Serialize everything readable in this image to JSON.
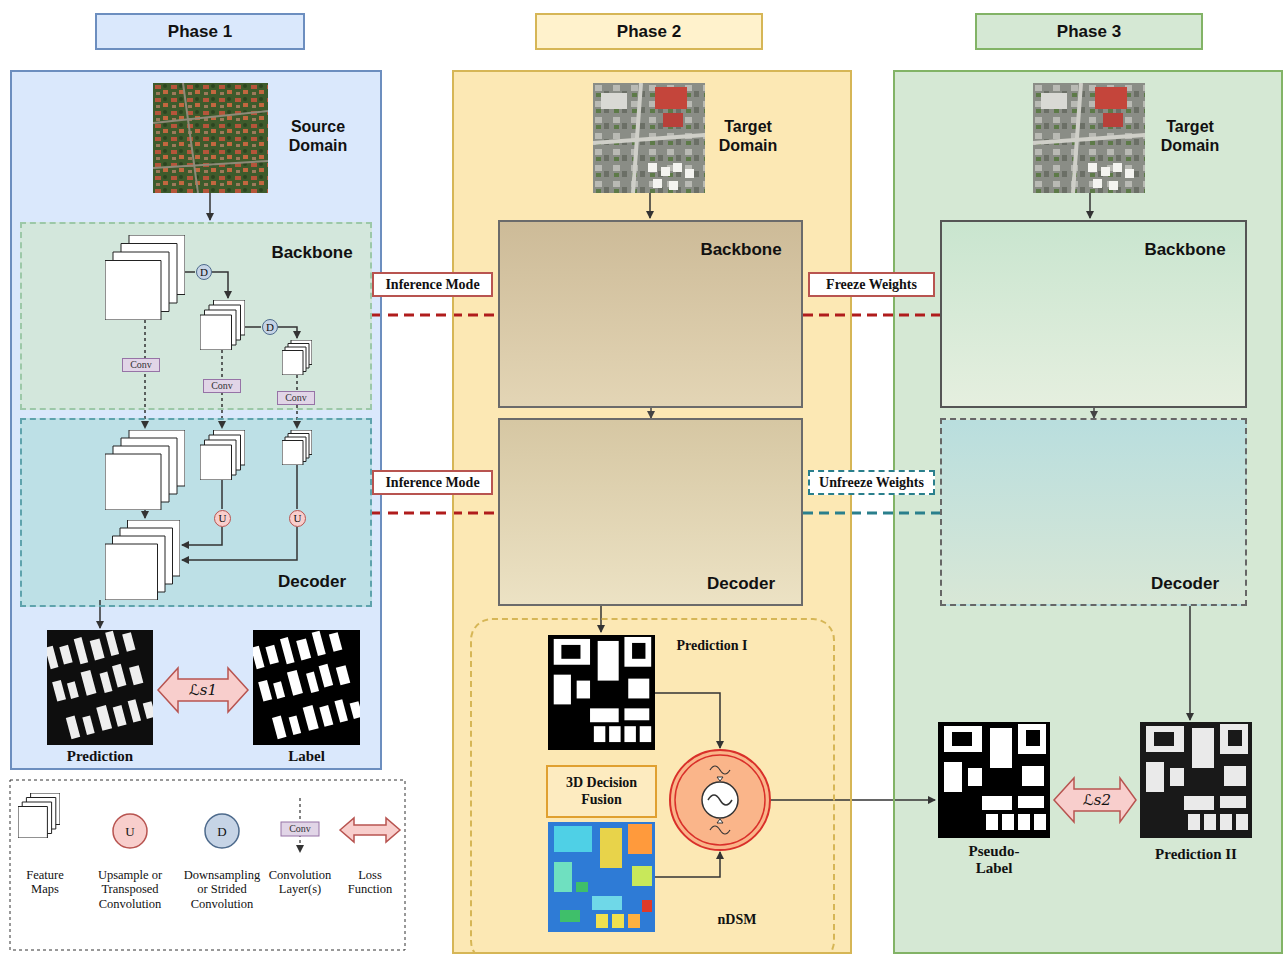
{
  "diagram": {
    "nodes": [
      {
        "text": [
          "Phase 1"
        ]
      },
      {
        "text": [
          "Source Domain"
        ]
      },
      {
        "text": [
          "Backbone"
        ],
        "in": 1
      },
      {
        "text": [
          "D"
        ],
        "in": 2
      },
      {
        "text": [
          "D"
        ],
        "in": 2
      },
      {
        "text": [
          "Conv"
        ],
        "in": 2
      },
      {
        "text": [
          "Conv"
        ],
        "in": 2
      },
      {
        "text": [
          "Conv"
        ],
        "in": 2
      },
      {
        "text": [
          "Decoder"
        ],
        "in": 1
      },
      {
        "text": [
          "U"
        ],
        "in": 8
      },
      {
        "text": [
          "U"
        ],
        "in": 8
      },
      {
        "text": [
          "Phase 2"
        ]
      },
      {
        "text": [
          "Target Domain"
        ]
      },
      {
        "text": [
          "Backbone"
        ],
        "in": 12
      },
      {
        "text": [
          "Decoder"
        ],
        "in": 12
      },
      {
        "text": [
          "Prediction I",
          "nDSM"
        ],
        "in": 12
      },
      {
        "text": [
          "3D Decision Fusion"
        ],
        "in": 15
      },
      {
        "text": [
          "Phase 3"
        ]
      },
      {
        "text": [
          "Target Domain"
        ]
      },
      {
        "text": [
          "Backbone"
        ],
        "in": 18
      },
      {
        "text": [
          "Decoder"
        ],
        "in": 18
      }
    ],
    "edges": [
      {
        "from": 2,
        "to": 13,
        "arrow": "none",
        "label": "Inference Mode"
      },
      {
        "from": 8,
        "to": 14,
        "arrow": "none",
        "label": "Inference Mode"
      },
      {
        "from": 13,
        "to": 19,
        "arrow": "none",
        "label": "Freeze Weights"
      },
      {
        "from": 14,
        "to": 20,
        "arrow": "none",
        "label": "Unfreeze Weights"
      },
      {
        "from": 13,
        "to": 14,
        "arrow": "to"
      },
      {
        "from": 19,
        "to": 20,
        "arrow": "to"
      }
    ],
    "labels": [
      "Prediction",
      "ℒs1",
      "Label",
      "U",
      "D",
      "Conv",
      "Pseudo-Label",
      "ℒs2",
      "Prediction II"
    ],
    "legend": [
      {
        "text": "Feature Maps"
      },
      {
        "text": "Upsample or Transposed Convolution"
      },
      {
        "text": "Downsampling or Strided Convolution"
      },
      {
        "text": "Convolution Layer(s)"
      },
      {
        "text": "Loss Function"
      }
    ]
  }
}
